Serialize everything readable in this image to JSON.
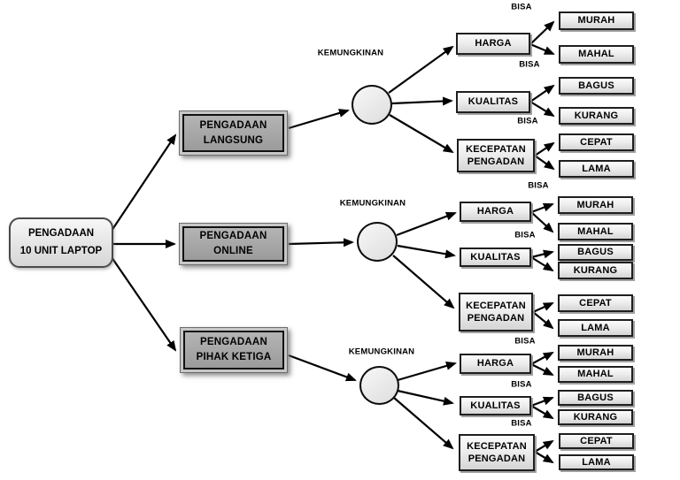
{
  "diagram_title": "Decision tree - Pengadaan 10 Unit Laptop",
  "colors": {
    "background": "#ffffff",
    "leaf_box_fill": "#e9e9e9",
    "option_box_fill": "#a5a5a5",
    "box_border": "#1f1f1f",
    "arrow": "#000000"
  },
  "root": {
    "line1": "PENGADAAN",
    "line2": "10 UNIT LAPTOP"
  },
  "labels": {
    "chance": "KEMUNGKINAN",
    "branch": "BISA"
  },
  "clusters": [
    {
      "option": {
        "line1": "PENGADAAN",
        "line2": "LANGSUNG"
      },
      "categories": [
        {
          "label": "HARGA",
          "leaves": [
            "MURAH",
            "MAHAL"
          ]
        },
        {
          "label": "KUALITAS",
          "leaves": [
            "BAGUS",
            "KURANG"
          ]
        },
        {
          "line1": "KECEPATAN",
          "line2": "PENGADAN",
          "leaves": [
            "CEPAT",
            "LAMA"
          ]
        }
      ]
    },
    {
      "option": {
        "line1": "PENGADAAN",
        "line2": "ONLINE"
      },
      "categories": [
        {
          "label": "HARGA",
          "leaves": [
            "MURAH",
            "MAHAL"
          ]
        },
        {
          "label": "KUALITAS",
          "leaves": [
            "BAGUS",
            "KURANG"
          ]
        },
        {
          "line1": "KECEPATAN",
          "line2": "PENGADAN",
          "leaves": [
            "CEPAT",
            "LAMA"
          ]
        }
      ]
    },
    {
      "option": {
        "line1": "PENGADAAN",
        "line2": "PIHAK KETIGA"
      },
      "categories": [
        {
          "label": "HARGA",
          "leaves": [
            "MURAH",
            "MAHAL"
          ]
        },
        {
          "label": "KUALITAS",
          "leaves": [
            "BAGUS",
            "KURANG"
          ]
        },
        {
          "line1": "KECEPATAN",
          "line2": "PENGADAN",
          "leaves": [
            "CEPAT",
            "LAMA"
          ]
        }
      ]
    }
  ]
}
